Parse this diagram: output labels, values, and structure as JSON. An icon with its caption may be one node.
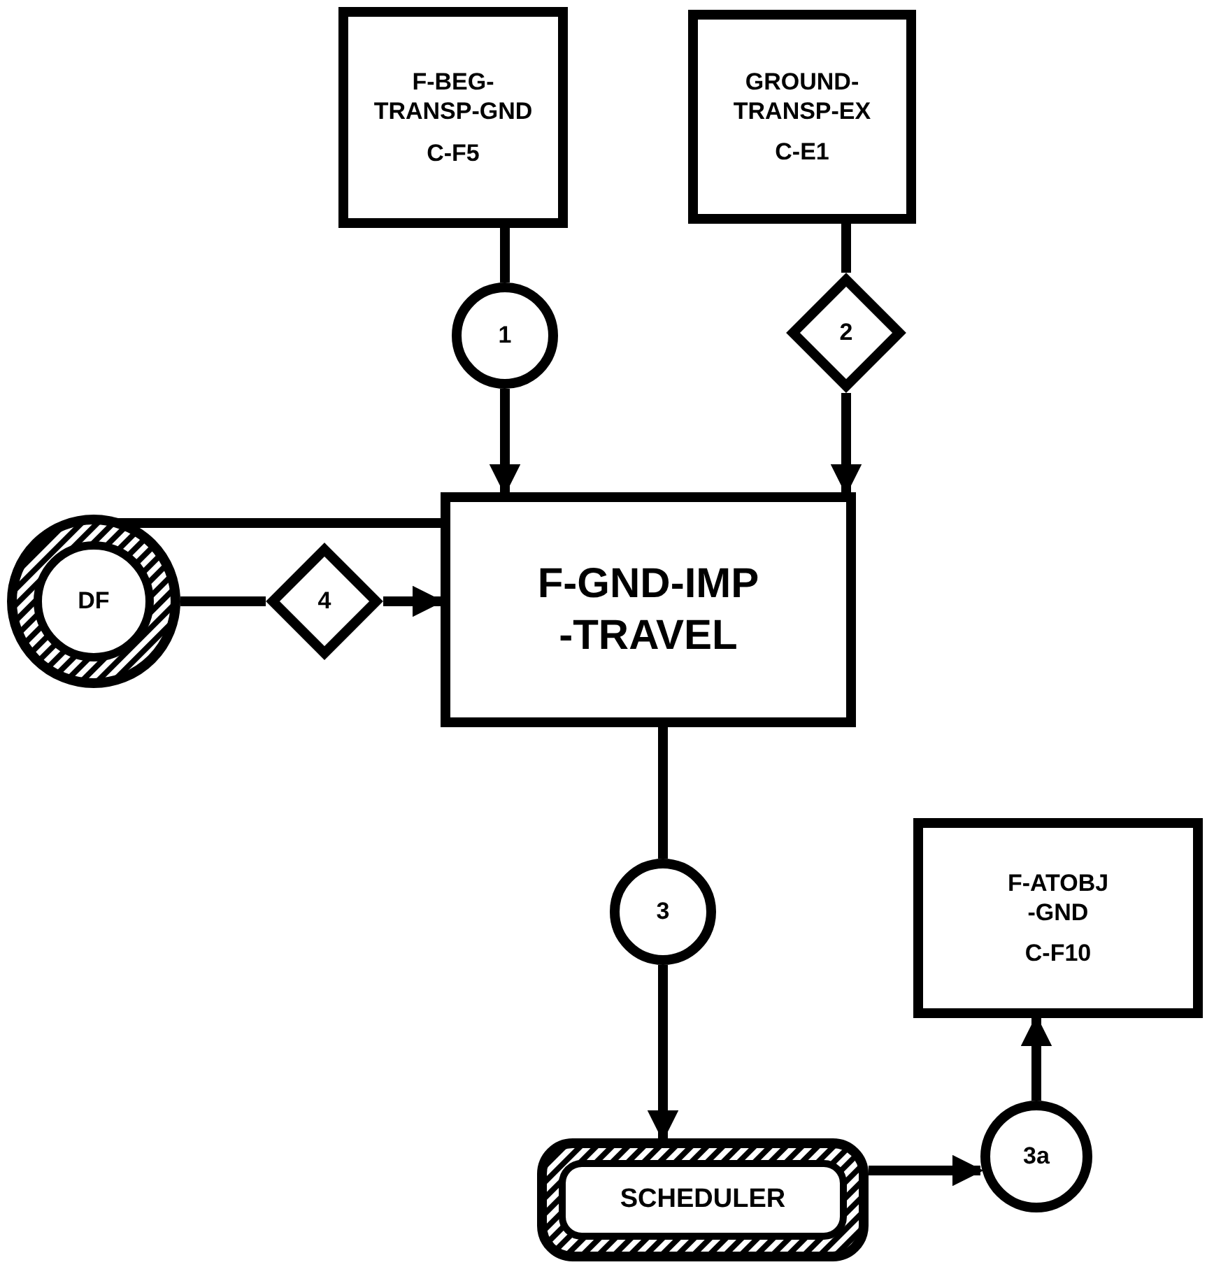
{
  "diagram": {
    "nodes": [
      {
        "text": [
          "F-BEG- TRANSP-GND",
          "C-F5"
        ]
      },
      {
        "text": [
          "GROUND- TRANSP-EX",
          "C-E1"
        ]
      },
      {
        "text": [
          "1"
        ]
      },
      {
        "text": [
          "2"
        ]
      },
      {
        "text": [
          "F-GND-IMP -TRAVEL"
        ]
      },
      {
        "text": [
          "DF"
        ]
      },
      {
        "text": [
          "4"
        ]
      },
      {
        "text": [
          "3"
        ]
      },
      {
        "text": [
          "SCHEDULER"
        ]
      },
      {
        "text": [
          "F-ATOBJ -GND",
          "C-F10"
        ]
      },
      {
        "text": [
          "3a"
        ]
      }
    ],
    "edges": [
      {
        "from": 0,
        "to": 2,
        "arrow": "none"
      },
      {
        "from": 2,
        "to": 4,
        "arrow": "to"
      },
      {
        "from": 1,
        "to": 3,
        "arrow": "none"
      },
      {
        "from": 3,
        "to": 4,
        "arrow": "to"
      },
      {
        "from": 4,
        "to": 5,
        "arrow": "to"
      },
      {
        "from": 5,
        "to": 6,
        "arrow": "none"
      },
      {
        "from": 6,
        "to": 4,
        "arrow": "to"
      },
      {
        "from": 4,
        "to": 7,
        "arrow": "none"
      },
      {
        "from": 7,
        "to": 8,
        "arrow": "to"
      },
      {
        "from": 8,
        "to": 10,
        "arrow": "to"
      },
      {
        "from": 10,
        "to": 9,
        "arrow": "to"
      }
    ]
  }
}
